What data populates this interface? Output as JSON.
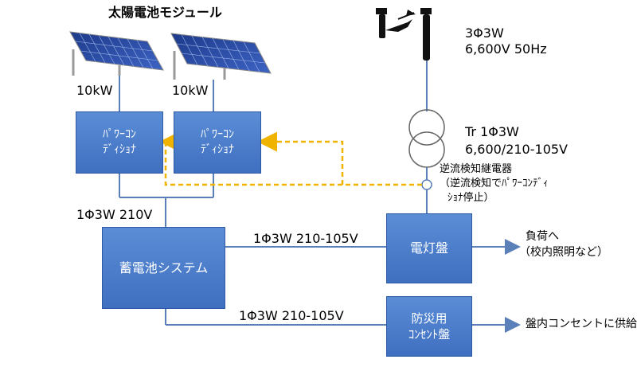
{
  "solar": {
    "title": "太陽電池モジュール",
    "power_left": "10kW",
    "power_right": "10kW"
  },
  "grid": {
    "line1": "3Φ3W",
    "line2": "6,600V  50Hz"
  },
  "transformer": {
    "line1": "Tr 1Φ3W",
    "line2": "6,600/210-105V"
  },
  "relay": {
    "line1": "逆流検知継電器",
    "line2": "（逆流検知でﾊﾟﾜｰｺﾝﾃﾞｨ",
    "line3": "ｼｮﾅ停止）"
  },
  "pcs_left": {
    "line1": "ﾊﾟﾜｰｺﾝ",
    "line2": "ﾃﾞｨｼｮﾅ"
  },
  "pcs_right": {
    "line1": "ﾊﾟﾜｰｺﾝ",
    "line2": "ﾃﾞｨｼｮﾅ"
  },
  "battery": {
    "label": "蓄電池システム",
    "input": "1Φ3W 210V"
  },
  "panel": {
    "label": "電灯盤",
    "feed": "1Φ3W 210-105V"
  },
  "disaster": {
    "line1": "防災用",
    "line2": "ｺﾝｾﾝﾄ盤",
    "feed": "1Φ3W 210-105V"
  },
  "outputs": {
    "load_line1": "負荷へ",
    "load_line2": "（校内照明など）",
    "outlet": "盤内コンセントに供給"
  },
  "colors": {
    "box": "#4a7dcf",
    "line": "#5b7fb8",
    "dashed": "#f0b400"
  }
}
